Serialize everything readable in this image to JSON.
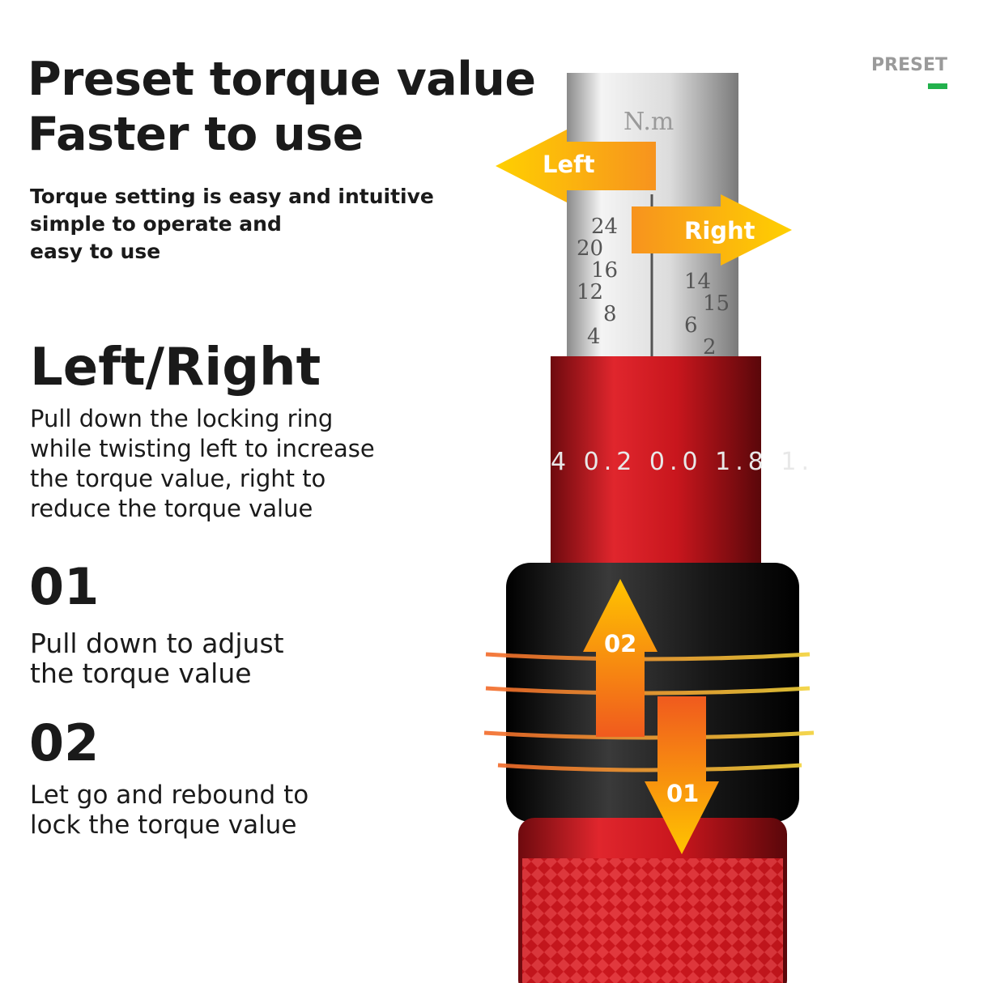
{
  "header": {
    "title_lines": [
      "Preset torque value",
      "Faster to use"
    ],
    "subtitle_lines": [
      "Torque setting is easy and intuitive",
      "simple to operate and",
      "easy to use"
    ],
    "badge": "PRESET",
    "badge_color": "#22b14c"
  },
  "section": {
    "heading": "Left/Right",
    "lines": [
      "Pull down the locking ring",
      "while twisting left to increase",
      "the torque value, right to",
      "reduce the torque value"
    ]
  },
  "steps": [
    {
      "number": "01",
      "lines": [
        "Pull down to adjust",
        "the torque value"
      ]
    },
    {
      "number": "02",
      "lines": [
        "Let go and rebound to",
        "lock the torque value"
      ]
    }
  ],
  "arrows": {
    "left": "Left",
    "right": "Right",
    "up": "02",
    "down": "01"
  },
  "tool": {
    "unit": "N.m",
    "scale_left": [
      "24",
      "20",
      "16",
      "12",
      "8",
      "4"
    ],
    "scale_right": [
      "14",
      "15",
      "6",
      "2"
    ],
    "ring_digits": "4 0.2 0.0 1.8 1.",
    "colors": {
      "red": "#c8161d",
      "black": "#111111",
      "arrow_orange": "#f7931e",
      "arrow_yellow": "#ffd000"
    }
  }
}
